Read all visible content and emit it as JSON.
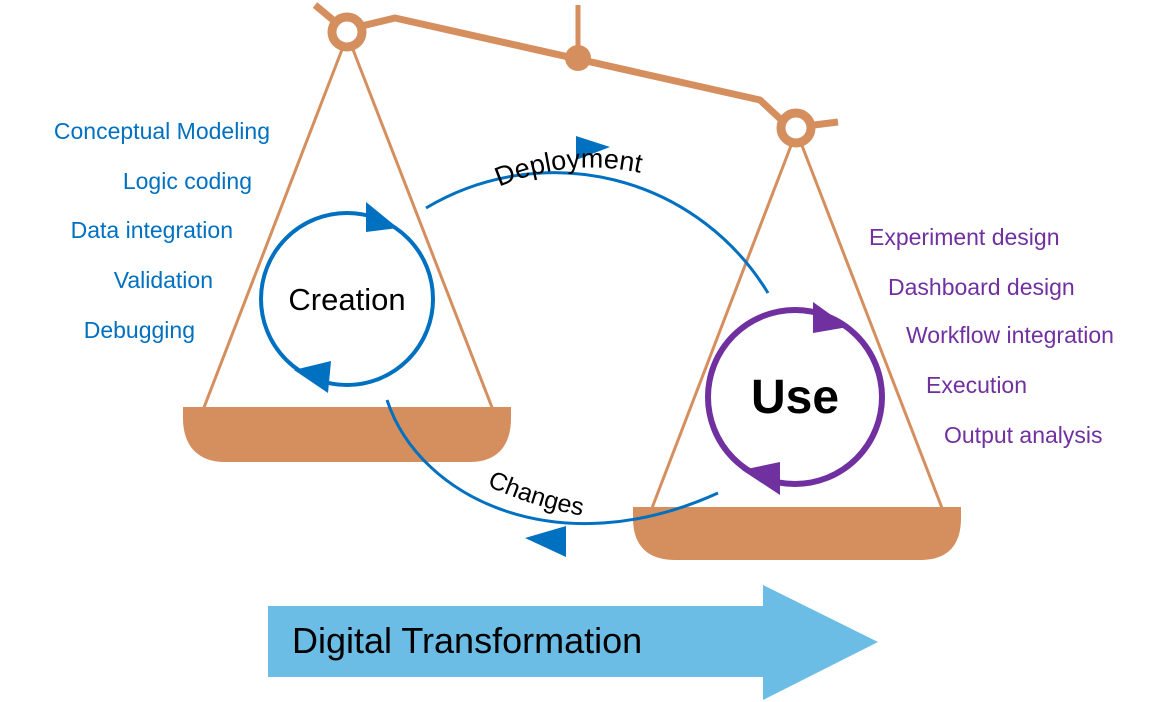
{
  "colors": {
    "scale": "#D58F5E",
    "creation": "#0070C0",
    "use": "#7030A0",
    "arrow": "#6BBDE5",
    "text": "#000000"
  },
  "creation": {
    "label": "Creation",
    "activities": [
      "Conceptual Modeling",
      "Logic coding",
      "Data integration",
      "Validation",
      "Debugging"
    ]
  },
  "use": {
    "label": "Use",
    "activities": [
      "Experiment design",
      "Dashboard design",
      "Workflow integration",
      "Execution",
      "Output analysis"
    ]
  },
  "cycle": {
    "top_label": "Deployment",
    "bottom_label": "Changes"
  },
  "transformation": {
    "label": "Digital Transformation"
  }
}
